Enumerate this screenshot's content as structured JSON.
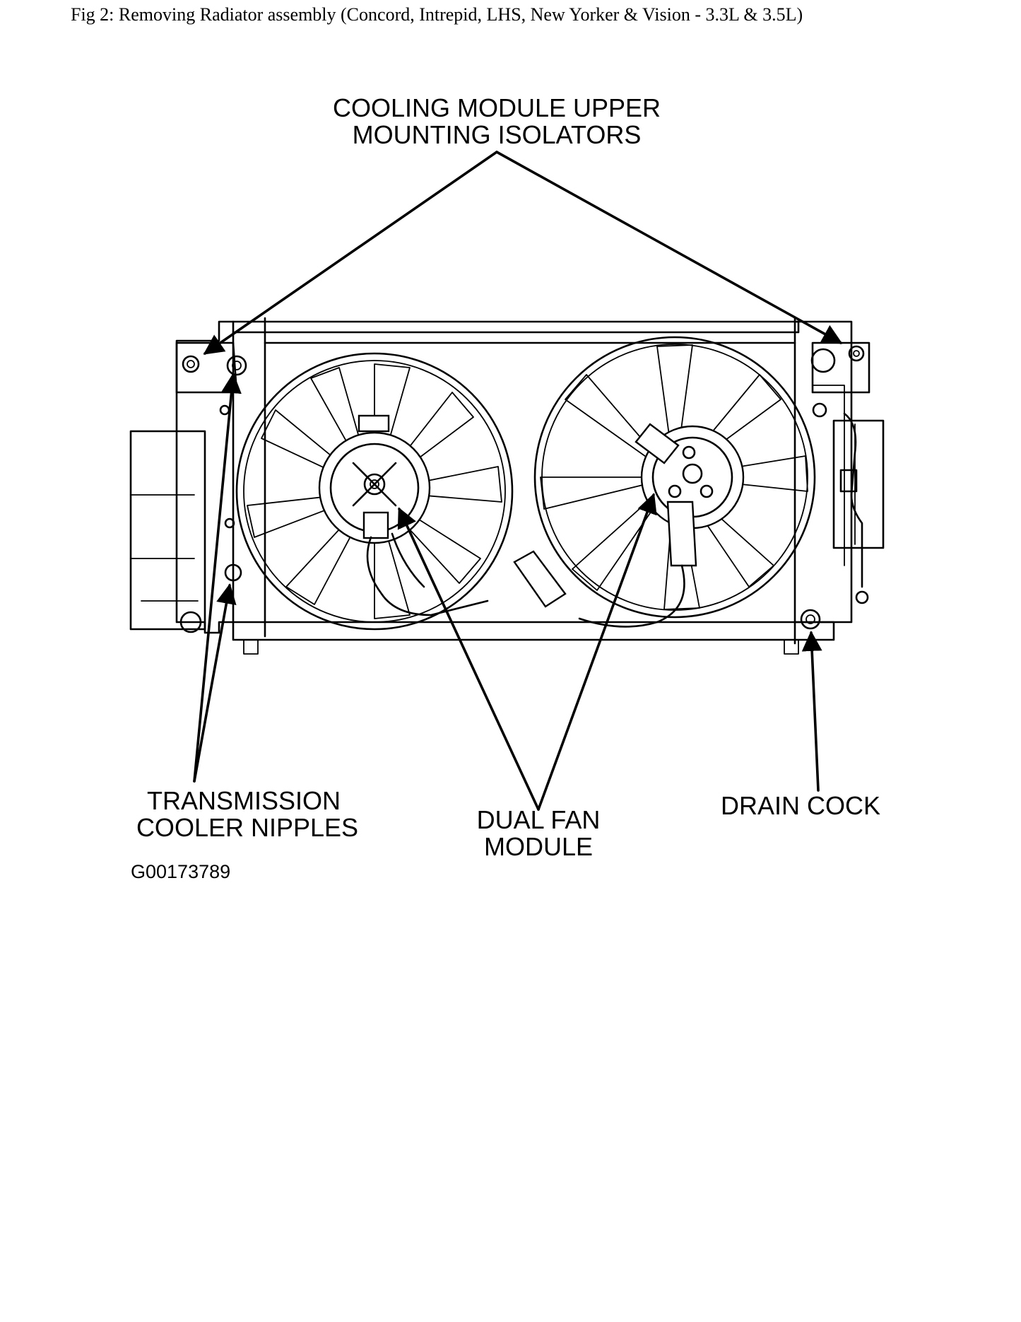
{
  "figure": {
    "caption": "Fig 2: Removing Radiator assembly (Concord, Intrepid, LHS, New Yorker & Vision - 3.3L & 3.5L)",
    "labels": {
      "upper_isolators": [
        "COOLING MODULE UPPER",
        "MOUNTING ISOLATORS"
      ],
      "transmission_nipples": [
        "TRANSMISSION",
        "COOLER NIPPLES"
      ],
      "dual_fan": [
        "DUAL FAN",
        "MODULE"
      ],
      "drain_cock": "DRAIN COCK"
    },
    "figure_id": "G00173789"
  }
}
